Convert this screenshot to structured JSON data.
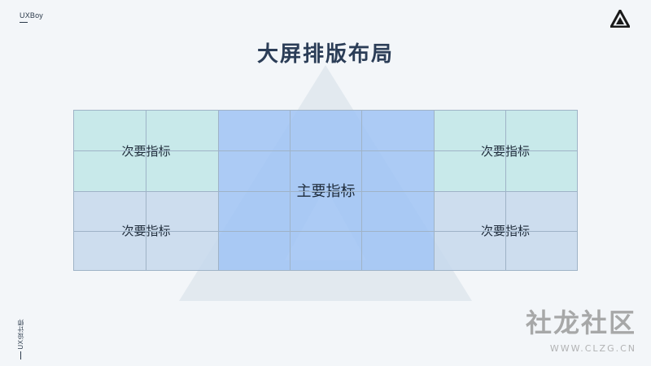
{
  "header": {
    "brand": "UXBoy",
    "title": "大屏排版布局"
  },
  "layout": {
    "primary_label": "主要指标",
    "secondary_labels": [
      "次要指标",
      "次要指标",
      "次要指标",
      "次要指标"
    ]
  },
  "footer": {
    "side_label": "UX设计师"
  },
  "watermark": {
    "site_name": "社龙社区",
    "site_url": "WWW.CLZG.CN"
  },
  "colors": {
    "secondary_top": "#bfe6e8",
    "secondary_bottom": "#c5d8ec",
    "primary": "#9fc3f4",
    "grid_line": "#9fb3c7",
    "title": "#2b3d57"
  },
  "icons": {
    "logo": "triangle-logo-icon",
    "watermark": "triangle-watermark-icon"
  }
}
